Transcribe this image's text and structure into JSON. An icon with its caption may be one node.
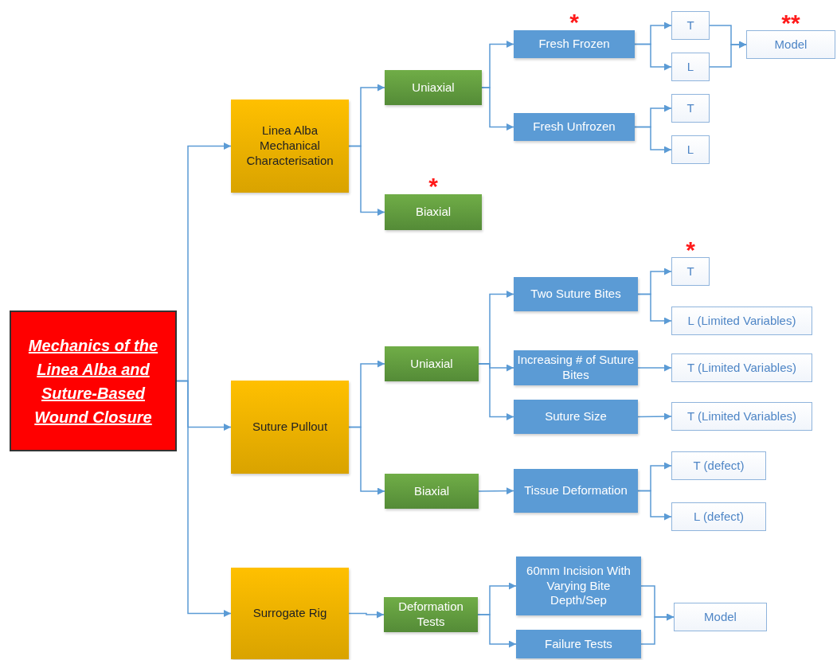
{
  "diagram": {
    "nodes": [
      {
        "text": [
          "Mechanics of the Linea Alba and Suture-Based Wound Closure"
        ]
      },
      {
        "text": [
          "Linea Alba Mechanical Characterisation"
        ]
      },
      {
        "text": [
          "Uniaxial"
        ]
      },
      {
        "text": [
          "Fresh Frozen"
        ],
        "beside": [
          "*"
        ]
      },
      {
        "text": [
          "T"
        ]
      },
      {
        "text": [
          "L"
        ]
      },
      {
        "text": [
          "Model"
        ],
        "beside": [
          "**"
        ]
      },
      {
        "text": [
          "Fresh Unfrozen"
        ]
      },
      {
        "text": [
          "T"
        ]
      },
      {
        "text": [
          "L"
        ]
      },
      {
        "text": [
          "Biaxial"
        ],
        "beside": [
          "*"
        ]
      },
      {
        "text": [
          "Suture Pullout"
        ]
      },
      {
        "text": [
          "Uniaxial"
        ]
      },
      {
        "text": [
          "Two Suture Bites"
        ]
      },
      {
        "text": [
          "T"
        ],
        "beside": [
          "*"
        ]
      },
      {
        "text": [
          "L (Limited Variables)"
        ]
      },
      {
        "text": [
          "Increasing # of Suture Bites"
        ]
      },
      {
        "text": [
          "T (Limited Variables)"
        ]
      },
      {
        "text": [
          "Suture Size"
        ]
      },
      {
        "text": [
          "T (Limited Variables)"
        ]
      },
      {
        "text": [
          "Biaxial"
        ]
      },
      {
        "text": [
          "Tissue Deformation"
        ]
      },
      {
        "text": [
          "T (defect)"
        ]
      },
      {
        "text": [
          "L (defect)"
        ]
      },
      {
        "text": [
          "Surrogate Rig"
        ]
      },
      {
        "text": [
          "Deformation Tests"
        ]
      },
      {
        "text": [
          "60mm Incision With Varying Bite Depth/Sep"
        ]
      },
      {
        "text": [
          "Failure Tests"
        ]
      },
      {
        "text": [
          "Model"
        ]
      }
    ],
    "edges": [
      {
        "from": 0,
        "to": 1,
        "arrow": "to"
      },
      {
        "from": 0,
        "to": 11,
        "arrow": "to"
      },
      {
        "from": 0,
        "to": 24,
        "arrow": "to"
      },
      {
        "from": 1,
        "to": 2,
        "arrow": "to"
      },
      {
        "from": 1,
        "to": 10,
        "arrow": "to"
      },
      {
        "from": 2,
        "to": 3,
        "arrow": "to"
      },
      {
        "from": 2,
        "to": 7,
        "arrow": "to"
      },
      {
        "from": 3,
        "to": 4,
        "arrow": "to"
      },
      {
        "from": 3,
        "to": 5,
        "arrow": "to"
      },
      {
        "from": 4,
        "to": 6,
        "arrow": "to"
      },
      {
        "from": 5,
        "to": 6,
        "arrow": "to"
      },
      {
        "from": 7,
        "to": 8,
        "arrow": "to"
      },
      {
        "from": 7,
        "to": 9,
        "arrow": "to"
      },
      {
        "from": 11,
        "to": 12,
        "arrow": "to"
      },
      {
        "from": 11,
        "to": 20,
        "arrow": "to"
      },
      {
        "from": 12,
        "to": 13,
        "arrow": "to"
      },
      {
        "from": 12,
        "to": 16,
        "arrow": "to"
      },
      {
        "from": 12,
        "to": 18,
        "arrow": "to"
      },
      {
        "from": 13,
        "to": 14,
        "arrow": "to"
      },
      {
        "from": 13,
        "to": 15,
        "arrow": "to"
      },
      {
        "from": 16,
        "to": 17,
        "arrow": "to"
      },
      {
        "from": 18,
        "to": 19,
        "arrow": "to"
      },
      {
        "from": 20,
        "to": 21,
        "arrow": "to"
      },
      {
        "from": 21,
        "to": 22,
        "arrow": "to"
      },
      {
        "from": 21,
        "to": 23,
        "arrow": "to"
      },
      {
        "from": 24,
        "to": 25,
        "arrow": "to"
      },
      {
        "from": 25,
        "to": 26,
        "arrow": "to"
      },
      {
        "from": 25,
        "to": 27,
        "arrow": "to"
      },
      {
        "from": 26,
        "to": 28,
        "arrow": "to"
      },
      {
        "from": 27,
        "to": 28,
        "arrow": "to"
      }
    ]
  }
}
